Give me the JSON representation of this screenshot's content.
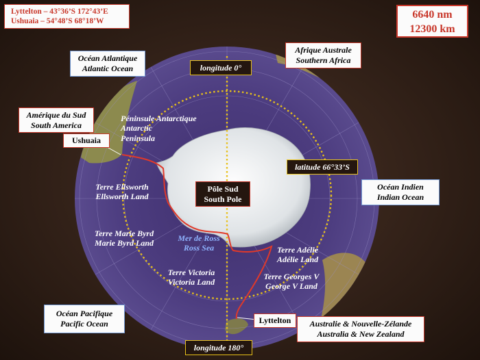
{
  "coordinates": {
    "lyttelton": "Lyttelton – 43°36’S 172°43’E",
    "ushuaia": "Ushuaia – 54°48’S 68°18’W"
  },
  "distance": {
    "nm": "6640 nm",
    "km": "12300 km"
  },
  "oceans": {
    "atlantic_fr": "Océan Atlantique",
    "atlantic_en": "Atlantic Ocean",
    "indian_fr": "Océan Indien",
    "indian_en": "Indian Ocean",
    "pacific_fr": "Océan Pacifique",
    "pacific_en": "Pacific Ocean"
  },
  "continents": {
    "south_america_fr": "Amérique du Sud",
    "south_america_en": "South America",
    "southern_africa_fr": "Afrique Australe",
    "southern_africa_en": "Southern Africa",
    "australia_fr": "Australie & Nouvelle-Zélande",
    "australia_en": "Australia & New Zealand"
  },
  "ports": {
    "ushuaia": "Ushuaia",
    "lyttelton": "Lyttelton"
  },
  "graticule": {
    "longitude_0": "longitude 0°",
    "longitude_180": "longitude 180°",
    "latitude": "latitude 66°33’S"
  },
  "pole": {
    "fr": "Pôle Sud",
    "en": "South Pole"
  },
  "regions": {
    "peninsula_fr": "Péninsule Antarctique",
    "peninsula_en1": "Antarctic",
    "peninsula_en2": "Peninsula",
    "ellsworth_fr": "Terre Ellsworth",
    "ellsworth_en": "Ellsworth Land",
    "marie_byrd_fr": "Terre Marie Byrd",
    "marie_byrd_en": "Marie Byrd Land",
    "victoria_fr": "Terre Victoria",
    "victoria_en": "Victoria Land",
    "adelie_fr": "Terre Adélie",
    "adelie_en": "Adélie Land",
    "george_v_fr": "Terre Georges V",
    "george_v_en": "George V Land",
    "ross_fr": "Mer de Ross",
    "ross_en": "Ross Sea"
  },
  "colors": {
    "route": "#e0392a",
    "ocean": "#4b3a7a",
    "ice": "#e9ecef",
    "highlight": "#e8c11a"
  }
}
